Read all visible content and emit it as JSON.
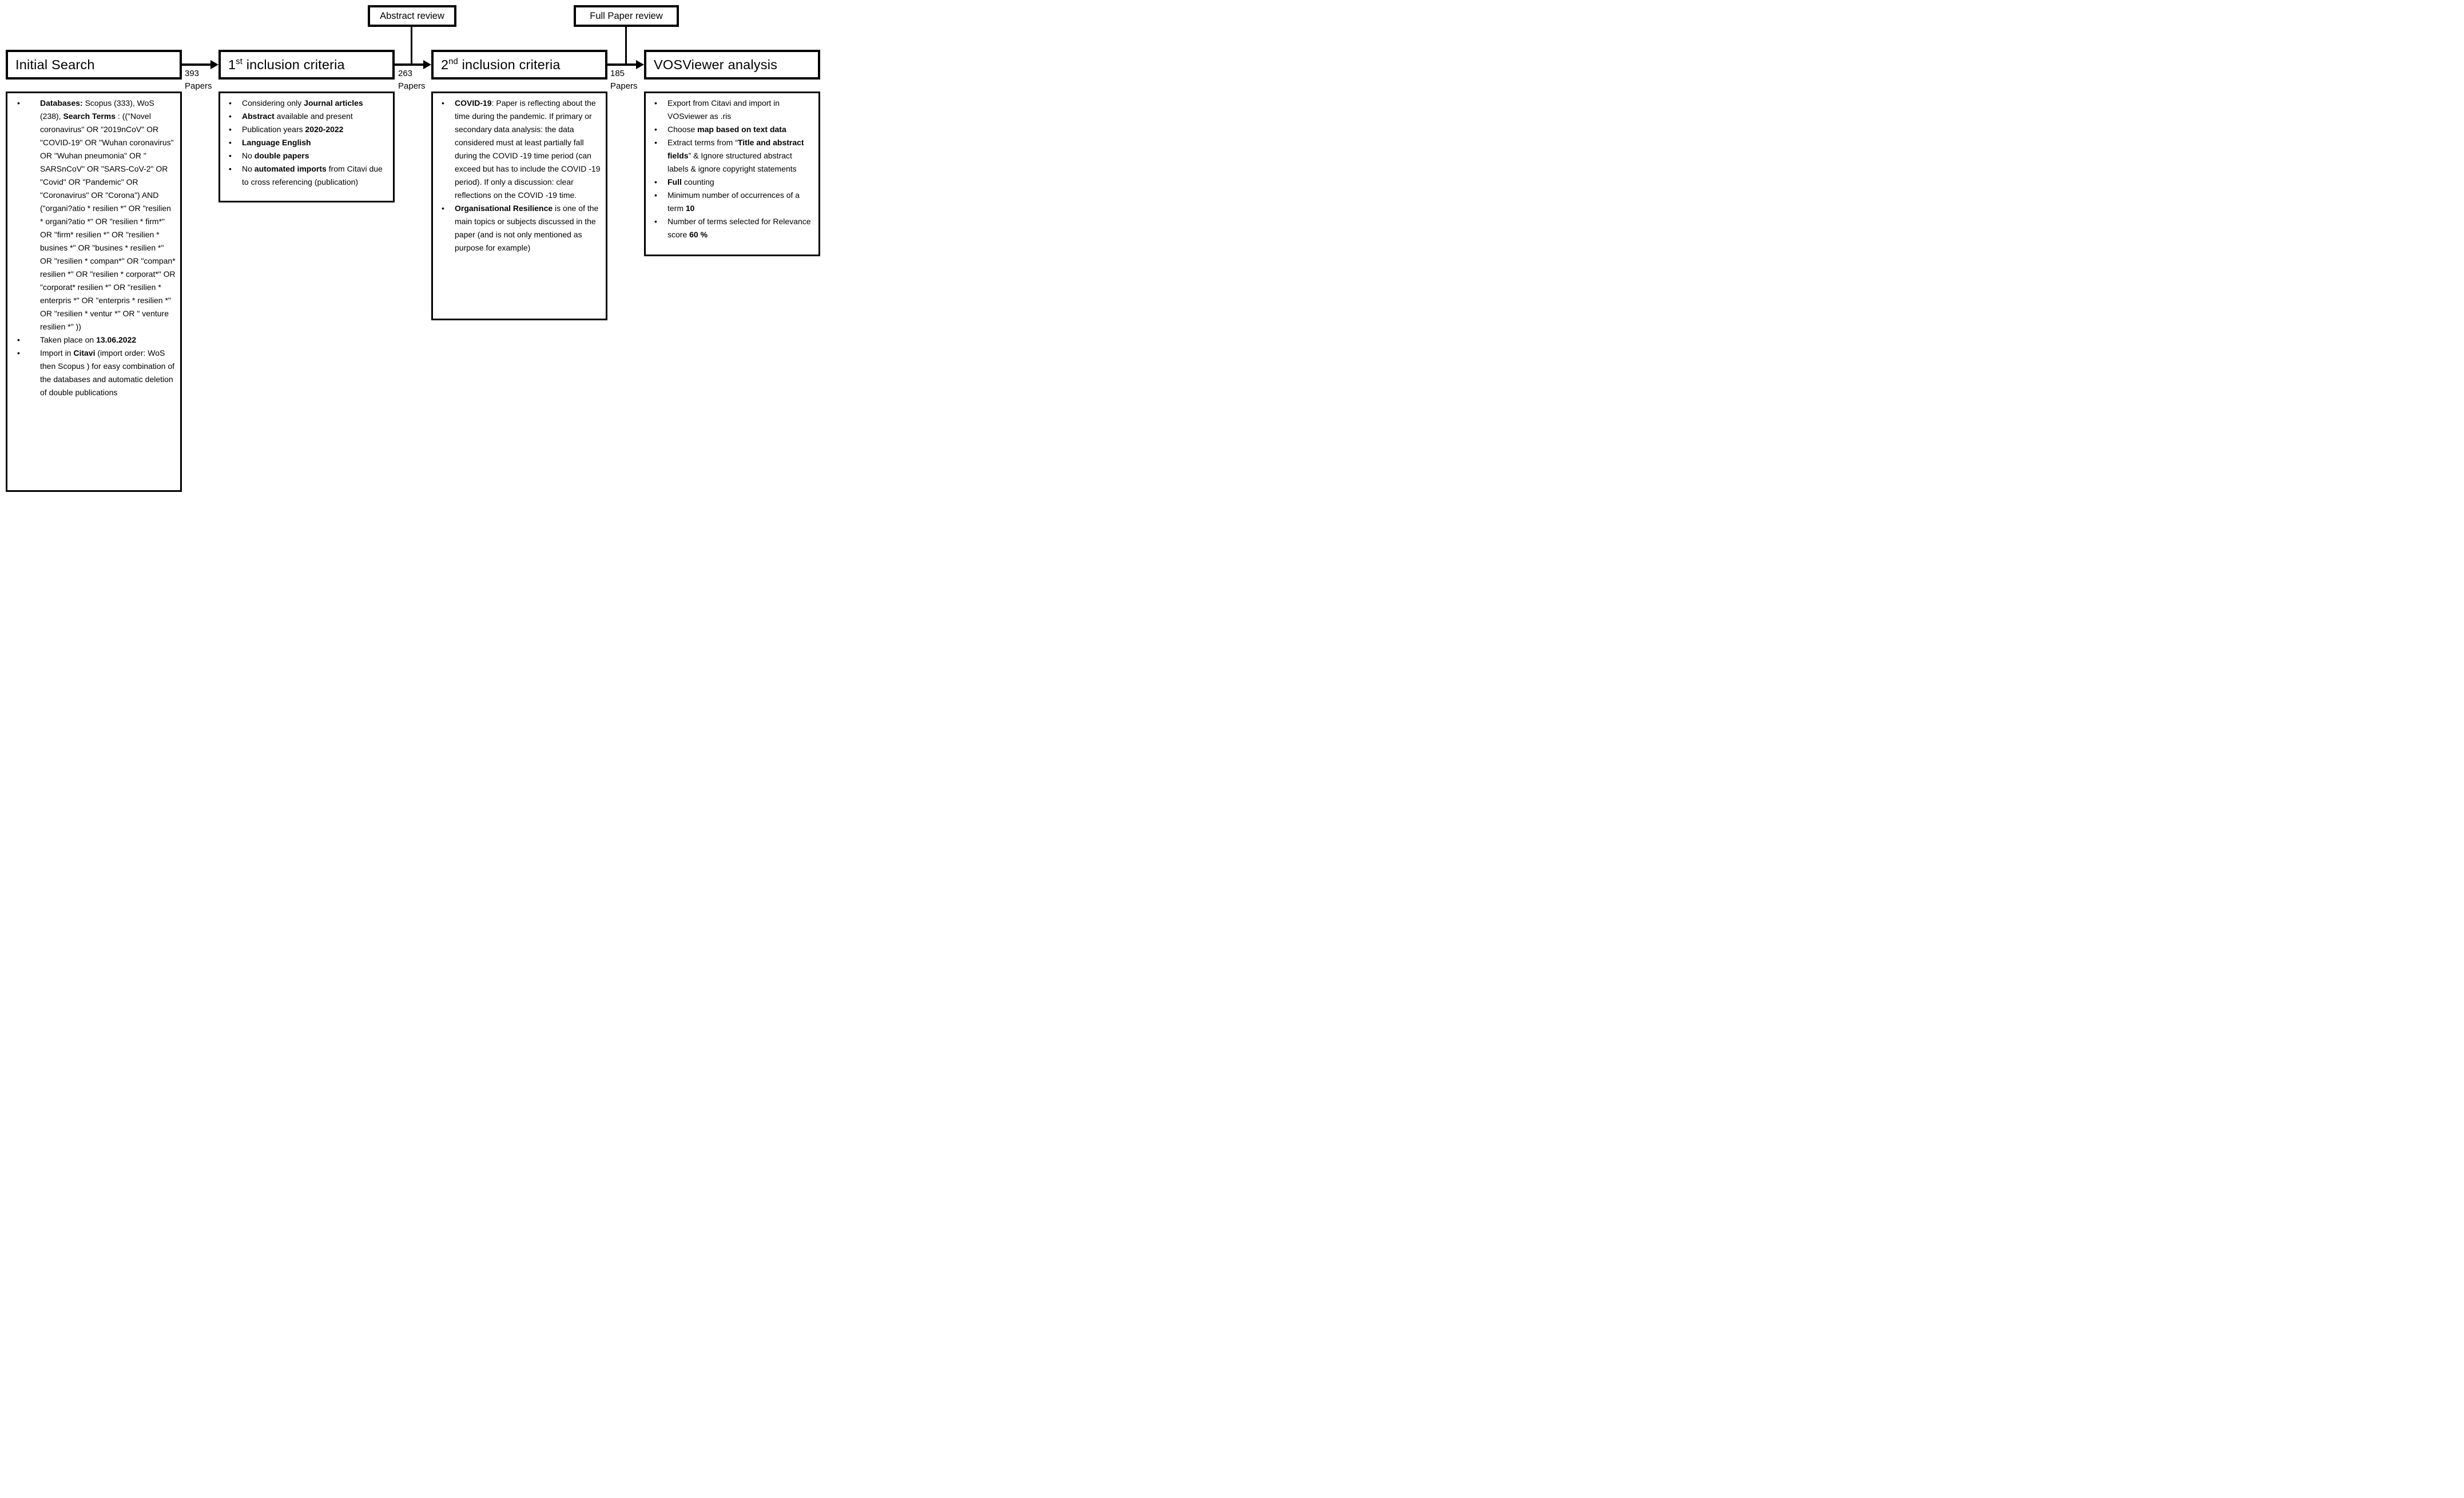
{
  "top_boxes": [
    {
      "label": "Abstract review"
    },
    {
      "label": "Full Paper review"
    }
  ],
  "columns": [
    {
      "header": {
        "pre": "Initial Search",
        "sup": "",
        "post": ""
      },
      "flow": {
        "count": "393",
        "unit": "Papers"
      },
      "bullets": [
        [
          {
            "b": 1,
            "t": "Databases:"
          },
          {
            "t": " Scopus (333), WoS (238), "
          },
          {
            "b": 1,
            "t": "Search Terms"
          },
          {
            "t": " : ((\"Novel coronavirus\" OR \"2019nCoV\" OR \"COVID-19\" OR \"Wuhan coronavirus\" OR \"Wuhan pneumonia\" OR \" SARSnCoV\" OR \"SARS-CoV-2\" OR \"Covid\" OR \"Pandemic\" OR \"Coronavirus\" OR \"Corona\") AND (\"organi?atio * resilien *\" OR \"resilien * organi?atio *\" OR \"resilien * firm*\" OR \"firm* resilien *\" OR \"resilien * busines *\" OR \"busines * resilien *\" OR \"resilien * compan*\" OR \"compan* resilien *\" OR \"resilien * corporat*\" OR \"corporat* resilien *\" OR \"resilien * enterpris *\" OR \"enterpris * resilien *\" OR \"resilien * ventur *\" OR \" venture resilien *\" ))"
          }
        ],
        [
          {
            "t": "Taken place on "
          },
          {
            "b": 1,
            "t": "13.06.2022"
          }
        ],
        [
          {
            "t": "Import in "
          },
          {
            "b": 1,
            "t": "Citavi"
          },
          {
            "t": " (import order: WoS then Scopus ) for easy combination of the databases and automatic deletion of double publications"
          }
        ]
      ]
    },
    {
      "header": {
        "pre": "1",
        "sup": "st",
        "post": " inclusion criteria"
      },
      "flow": {
        "count": "263",
        "unit": "Papers"
      },
      "bullets": [
        [
          {
            "t": "Considering only "
          },
          {
            "b": 1,
            "t": "Journal articles"
          }
        ],
        [
          {
            "b": 1,
            "t": "Abstract"
          },
          {
            "t": " available and present"
          }
        ],
        [
          {
            "t": "Publication years "
          },
          {
            "b": 1,
            "t": "2020-2022"
          }
        ],
        [
          {
            "b": 1,
            "t": "Language English"
          }
        ],
        [
          {
            "t": "No "
          },
          {
            "b": 1,
            "t": "double papers"
          }
        ],
        [
          {
            "t": "No "
          },
          {
            "b": 1,
            "t": "automated imports"
          },
          {
            "t": " from Citavi due to cross referencing (publication)"
          }
        ]
      ]
    },
    {
      "header": {
        "pre": "2",
        "sup": "nd",
        "post": " inclusion criteria"
      },
      "flow": {
        "count": "185",
        "unit": "Papers"
      },
      "bullets": [
        [
          {
            "b": 1,
            "t": "COVID-19"
          },
          {
            "t": ": Paper is reflecting about the time during the pandemic. If primary or secondary data analysis: the data considered must at least partially fall during the COVID -19 time period (can exceed but  has to include the COVID -19 period). If only a discussion: clear reflections on the COVID -19 time."
          }
        ],
        [
          {
            "b": 1,
            "t": "Organisational Resilience"
          },
          {
            "t": " is one of the main topics or subjects discussed in the paper (and is not only mentioned as purpose for example)"
          }
        ]
      ]
    },
    {
      "header": {
        "pre": "VOSViewer analysis",
        "sup": "",
        "post": ""
      },
      "flow": null,
      "bullets": [
        [
          {
            "t": "Export from Citavi and import in VOSviewer as .ris"
          }
        ],
        [
          {
            "t": "Choose "
          },
          {
            "b": 1,
            "t": "map based on text data"
          }
        ],
        [
          {
            "t": "Extract terms from “"
          },
          {
            "b": 1,
            "t": "Title and abstract fields"
          },
          {
            "t": "” & Ignore structured abstract labels & ignore copyright statements"
          }
        ],
        [
          {
            "b": 1,
            "t": "Full"
          },
          {
            "t": " counting"
          }
        ],
        [
          {
            "t": "Minimum number of occurrences of a term "
          },
          {
            "b": 1,
            "t": "10"
          }
        ],
        [
          {
            "t": "Number of terms selected for Relevance score "
          },
          {
            "b": 1,
            "t": "60 %"
          }
        ]
      ]
    }
  ]
}
